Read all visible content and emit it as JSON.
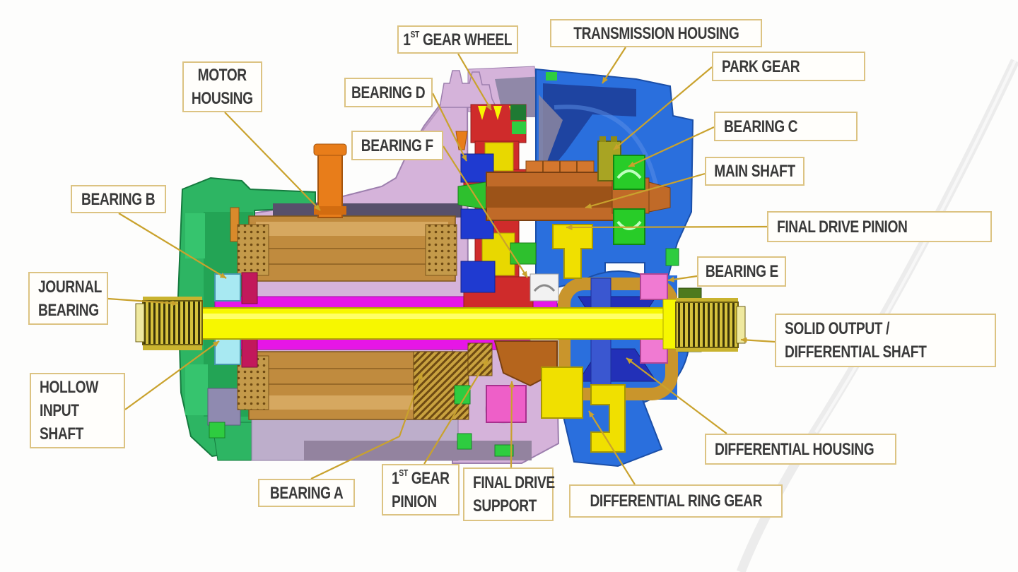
{
  "figure": {
    "kind": "cutaway-diagram",
    "subject": "Electric drive unit cross-section with part callouts"
  },
  "colors": {
    "background": "#fdfdfc",
    "label_box_background": "#fffefb",
    "label_box_border": "#dcc382",
    "label_text": "#3a3a3a",
    "leader_line": "#c9a22d",
    "parts": {
      "end_housing_green": "#2db563",
      "motor_housing_pink": "#d5b3da",
      "stator_windings_copper": "#c08b3e",
      "rotor_magenta": "#e616e6",
      "shaft_yellow": "#f7f700",
      "transmission_housing_blue": "#2a6fdd",
      "first_gear_red": "#cf2b2b",
      "main_shaft_copper": "#c06a28",
      "differential_gears_navy": "#2230b8",
      "differential_housing_gold": "#c9952c",
      "bearing_e_pink": "#f07ad2",
      "park_gear_olive": "#a8a423",
      "bearing_c_green": "#28cc28",
      "coolant_pipe_orange": "#e87d1a",
      "journal_bearing_cyan": "#a8e9f2"
    }
  },
  "labels": {
    "first_gear_wheel": {
      "num": "1",
      "sup": "ST",
      "rest": " GEAR WHEEL"
    },
    "transmission_housing": {
      "text": "TRANSMISSION HOUSING"
    },
    "park_gear": {
      "text": "PARK GEAR"
    },
    "bearing_c": {
      "text": "BEARING C"
    },
    "main_shaft": {
      "text": "MAIN SHAFT"
    },
    "final_drive_pinion": {
      "text": "FINAL DRIVE PINION"
    },
    "bearing_e": {
      "text": "BEARING E"
    },
    "solid_output_differential_shaft": {
      "line1": "SOLID OUTPUT /",
      "line2": "DIFFERENTIAL SHAFT"
    },
    "differential_housing": {
      "text": "DIFFERENTIAL HOUSING"
    },
    "differential_ring_gear": {
      "text": "DIFFERENTIAL RING GEAR"
    },
    "final_drive_support": {
      "line1": "FINAL DRIVE",
      "line2": "SUPPORT"
    },
    "first_gear_pinion": {
      "num": "1",
      "sup": "ST",
      "rest": " GEAR",
      "line2": "PINION"
    },
    "bearing_a": {
      "text": "BEARING A"
    },
    "hollow_input_shaft": {
      "line1": "HOLLOW",
      "line2": "INPUT",
      "line3": "SHAFT"
    },
    "journal_bearing": {
      "line1": "JOURNAL",
      "line2": "BEARING"
    },
    "bearing_b": {
      "text": "BEARING B"
    },
    "motor_housing": {
      "line1": "MOTOR",
      "line2": "HOUSING"
    },
    "bearing_d": {
      "text": "BEARING D"
    },
    "bearing_f": {
      "text": "BEARING F"
    }
  }
}
